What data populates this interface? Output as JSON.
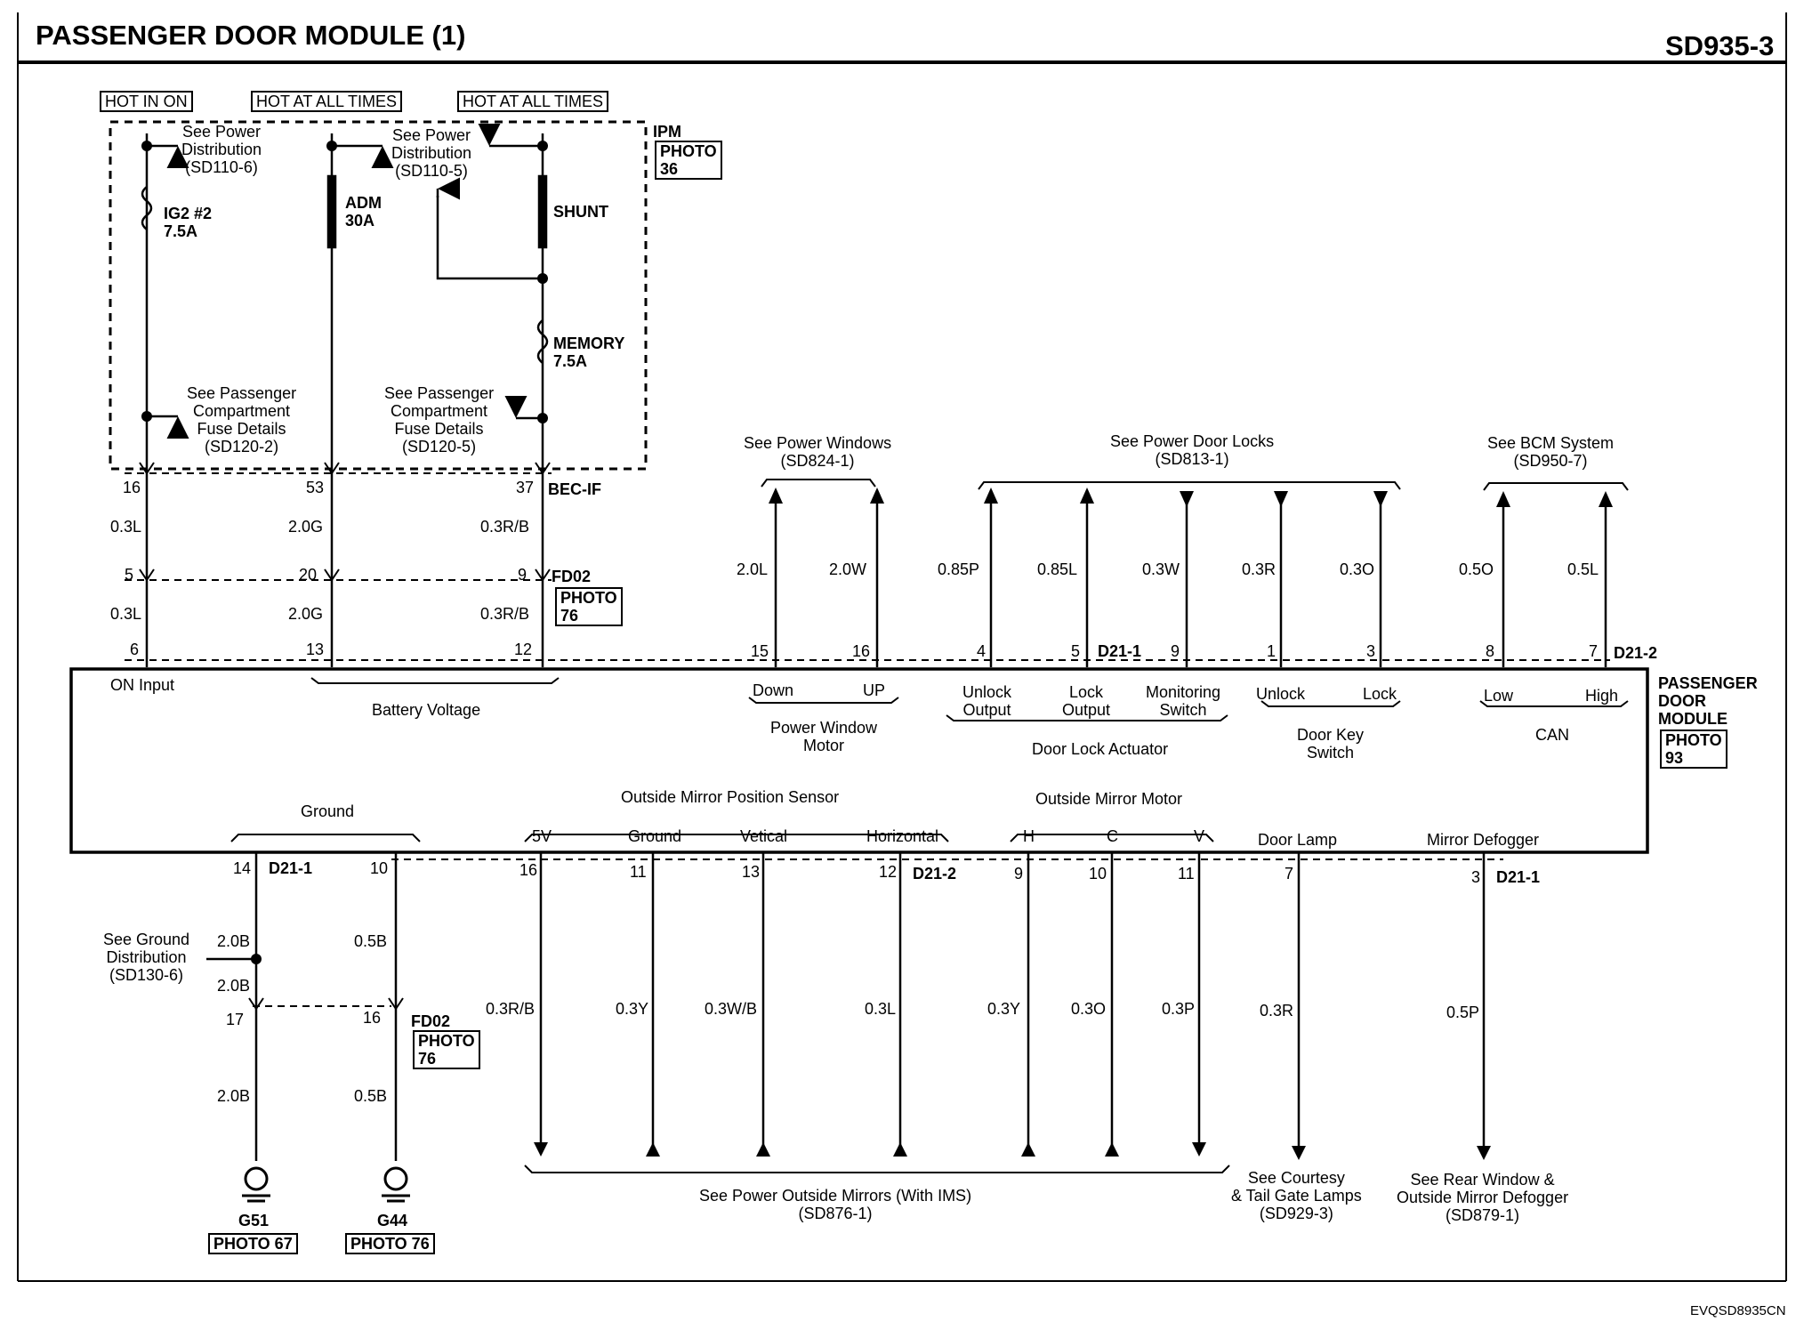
{
  "header": {
    "title": "PASSENGER DOOR MODULE (1)",
    "code": "SD935-3",
    "footer_code": "EVQSD8935CN"
  },
  "power": {
    "hot_in_on": "HOT IN ON",
    "hot_at_all_times_1": "HOT AT ALL TIMES",
    "hot_at_all_times_2": "HOT AT ALL TIMES",
    "ipm": "IPM",
    "ipm_photo": "PHOTO\n36",
    "fuse_ig2": "IG2 #2\n7.5A",
    "fuse_adm": "ADM\n30A",
    "fuse_shunt": "SHUNT",
    "fuse_memory": "MEMORY\n7.5A",
    "see_pd_1": "See Power\nDistribution\n(SD110-6)",
    "see_pd_2": "See Power\nDistribution\n(SD110-5)",
    "see_pcfd_1": "See Passenger\nCompartment\nFuse Details\n(SD120-2)",
    "see_pcfd_2": "See Passenger\nCompartment\nFuse Details\n(SD120-5)",
    "bec_if": "BEC-IF",
    "fd02_top": "FD02",
    "fd02_top_photo": "PHOTO\n76"
  },
  "upper_wiring": {
    "pins_ipm": [
      "16",
      "53",
      "37"
    ],
    "wires_a": [
      "0.3L",
      "2.0G",
      "0.3R/B"
    ],
    "pins_fd02": [
      "5",
      "20",
      "9"
    ],
    "wires_b": [
      "0.3L",
      "2.0G",
      "0.3R/B"
    ],
    "pins_module": [
      "6",
      "13",
      "12"
    ]
  },
  "upper_right": {
    "see_power_windows": "See Power Windows\n(SD824-1)",
    "see_power_door_locks": "See Power Door Locks\n(SD813-1)",
    "see_bcm": "See BCM System\n(SD950-7)",
    "wires": [
      "2.0L",
      "2.0W",
      "0.85P",
      "0.85L",
      "0.3W",
      "0.3R",
      "0.3O",
      "0.5O",
      "0.5L"
    ],
    "pins": [
      "15",
      "16",
      "4",
      "5",
      "9",
      "1",
      "3",
      "8",
      "7"
    ],
    "conn_d21_1": "D21-1",
    "conn_d21_2": "D21-2"
  },
  "module": {
    "name": "PASSENGER\nDOOR\nMODULE",
    "photo": "PHOTO\n93",
    "on_input": "ON Input",
    "battery_voltage": "Battery Voltage",
    "down": "Down",
    "up": "UP",
    "power_window_motor": "Power Window\nMotor",
    "unlock_output": "Unlock\nOutput",
    "lock_output": "Lock\nOutput",
    "monitoring_switch": "Monitoring\nSwitch",
    "door_lock_actuator": "Door Lock Actuator",
    "unlock": "Unlock",
    "lock": "Lock",
    "door_key_switch": "Door Key\nSwitch",
    "low": "Low",
    "high": "High",
    "can": "CAN",
    "ground": "Ground",
    "outside_mirror_position_sensor": "Outside Mirror Position Sensor",
    "v5": "5V",
    "sensor_ground": "Ground",
    "vetical": "Vetical",
    "horizontal": "Horizontal",
    "outside_mirror_motor": "Outside Mirror Motor",
    "h": "H",
    "cc": "C",
    "vv": "V",
    "door_lamp": "Door Lamp",
    "mirror_defogger": "Mirror Defogger"
  },
  "lower": {
    "pins_module": [
      "14",
      "10",
      "16",
      "11",
      "13",
      "12",
      "9",
      "10",
      "11",
      "7",
      "3"
    ],
    "conn_d21_1": "D21-1",
    "conn_d21_2": "D21-2",
    "conn_d21_1b": "D21-1",
    "see_ground": "See Ground\nDistribution\n(SD130-6)",
    "wires_gnd_a": [
      "2.0B",
      "0.5B"
    ],
    "wires_gnd_b": [
      "2.0B"
    ],
    "pins_fd02": [
      "17",
      "16"
    ],
    "fd02": "FD02",
    "fd02_photo": "PHOTO\n76",
    "wires_gnd_c": [
      "2.0B",
      "0.5B"
    ],
    "wires_right": [
      "0.3R/B",
      "0.3Y",
      "0.3W/B",
      "0.3L",
      "0.3Y",
      "0.3O",
      "0.3P",
      "0.3R",
      "0.5P"
    ],
    "g51": "G51",
    "g51_photo": "PHOTO 67",
    "g44": "G44",
    "g44_photo": "PHOTO 76",
    "see_outside_mirrors": "See Power Outside Mirrors (With IMS)\n(SD876-1)",
    "see_courtesy": "See Courtesy\n& Tail Gate Lamps\n(SD929-3)",
    "see_rear_window": "See Rear Window &\nOutside Mirror Defogger\n(SD879-1)"
  }
}
